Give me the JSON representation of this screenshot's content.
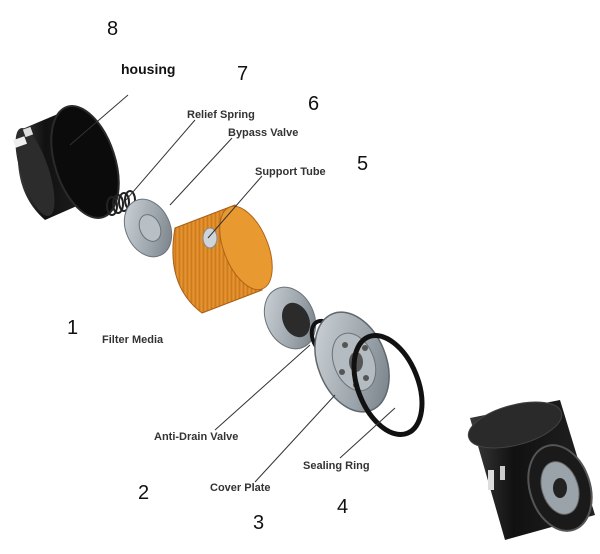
{
  "labels": {
    "relief_spring": "Relief Spring",
    "bypass_valve": "Bypass Valve",
    "support_tube": "Support Tube",
    "filter_media": "Filter Media",
    "anti_drain_valve": "Anti-Drain Valve",
    "cover_plate": "Cover Plate",
    "sealing_ring": "Sealing Ring",
    "housing": "housing"
  },
  "numbers": {
    "n1": "1",
    "n2": "2",
    "n3": "3",
    "n4": "4",
    "n5": "5",
    "n6": "6",
    "n7": "7",
    "n8": "8"
  },
  "colors": {
    "housing_black": "#151515",
    "media_orange": "#e8962e",
    "plate_gray": "#9aa3aa",
    "ring_black": "#111111"
  }
}
